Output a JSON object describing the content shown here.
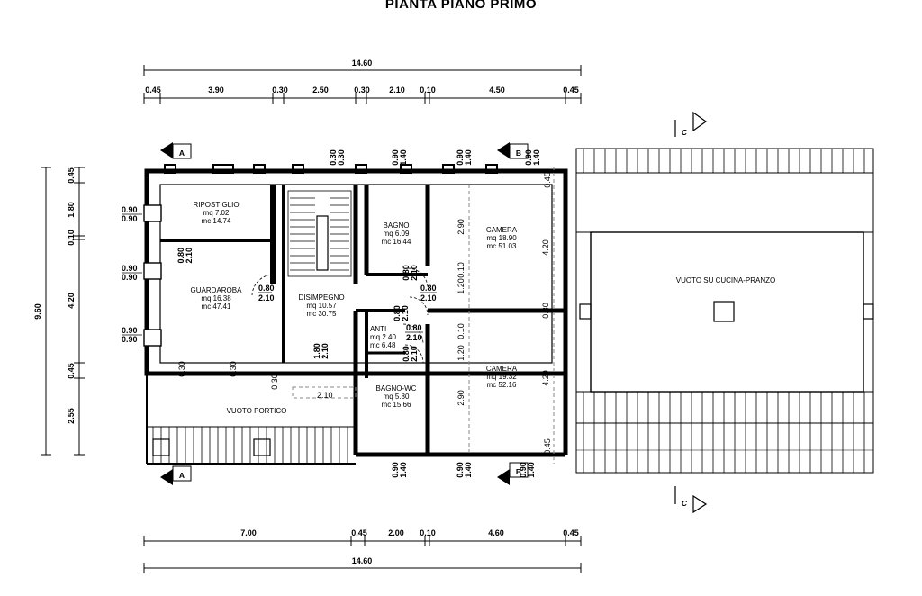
{
  "title": "PIANTA PIANO PRIMO",
  "dims_top": {
    "total": "14.60",
    "segments": [
      "0.45",
      "3.90",
      "0.30",
      "2.50",
      "0.30",
      "2.10",
      "0.10",
      "4.50",
      "0.45"
    ]
  },
  "dims_bottom": {
    "total": "14.60",
    "segments": [
      "7.00",
      "0.45",
      "2.00",
      "0.10",
      "4.60",
      "0.45"
    ]
  },
  "dims_left": {
    "total": "9.60",
    "segments": [
      "0.45",
      "1.80",
      "0.10",
      "4.20",
      "0.45",
      "2.55"
    ]
  },
  "rooms": {
    "ripostiglio": {
      "name": "RIPOSTIGLIO",
      "mq": "mq 7.02",
      "mc": "mc 14.74"
    },
    "guardaroba": {
      "name": "GUARDAROBA",
      "mq": "mq 16.38",
      "mc": "mc 47.41"
    },
    "disimpegno": {
      "name": "DISIMPEGNO",
      "mq": "mq 10.57",
      "mc": "mc 30.75"
    },
    "bagno": {
      "name": "BAGNO",
      "mq": "mq 6.09",
      "mc": "mc 16.44"
    },
    "camera1": {
      "name": "CAMERA",
      "mq": "mq 18.90",
      "mc": "mc 51.03"
    },
    "camera2": {
      "name": "CAMERA",
      "mq": "mq 19.32",
      "mc": "mc 52.16"
    },
    "anti": {
      "name": "ANTI",
      "mq": "mq 2.40",
      "mc": "mc 6.48"
    },
    "bagnowc": {
      "name": "BAGNO-WC",
      "mq": "mq 5.80",
      "mc": "mc 15.66"
    },
    "vuoto_portico": {
      "name": "VUOTO PORTICO"
    },
    "vuoto_cucina": {
      "name": "VUOTO SU CUCINA-PRANZO"
    }
  },
  "openings": {
    "win_w": "0.90",
    "win_h": "0.90",
    "door_w": "0.80",
    "door_h": "2.10",
    "top_a": "0.30",
    "top_b": "0.30",
    "top_c": "0.90",
    "top_d": "1.40",
    "top_e": "0.90",
    "top_f": "1.40",
    "top_g": "0.90",
    "top_h": "1.40",
    "bot_a": "0.90",
    "bot_b": "1.40",
    "bot_c": "0.90",
    "bot_d": "1.40",
    "bot_e": "0.90",
    "bot_f": "1.40",
    "stair_w": "1.80",
    "stair_h": "2.10",
    "corr_w": "2.10",
    "wall_a": "0.30",
    "wall_b": "0.30",
    "wall_c": "0.30",
    "camera_h1": "2.90",
    "camera_h2": "0.10",
    "camera_h3": "1.20",
    "camera_h4": "4.20",
    "camera_h5": "0.30",
    "camera_h6": "2.90",
    "camera_h7": "4.20",
    "side_a": "0.45",
    "side_b": "0.45"
  },
  "sections": {
    "a": "A",
    "b": "B",
    "c": "C"
  }
}
